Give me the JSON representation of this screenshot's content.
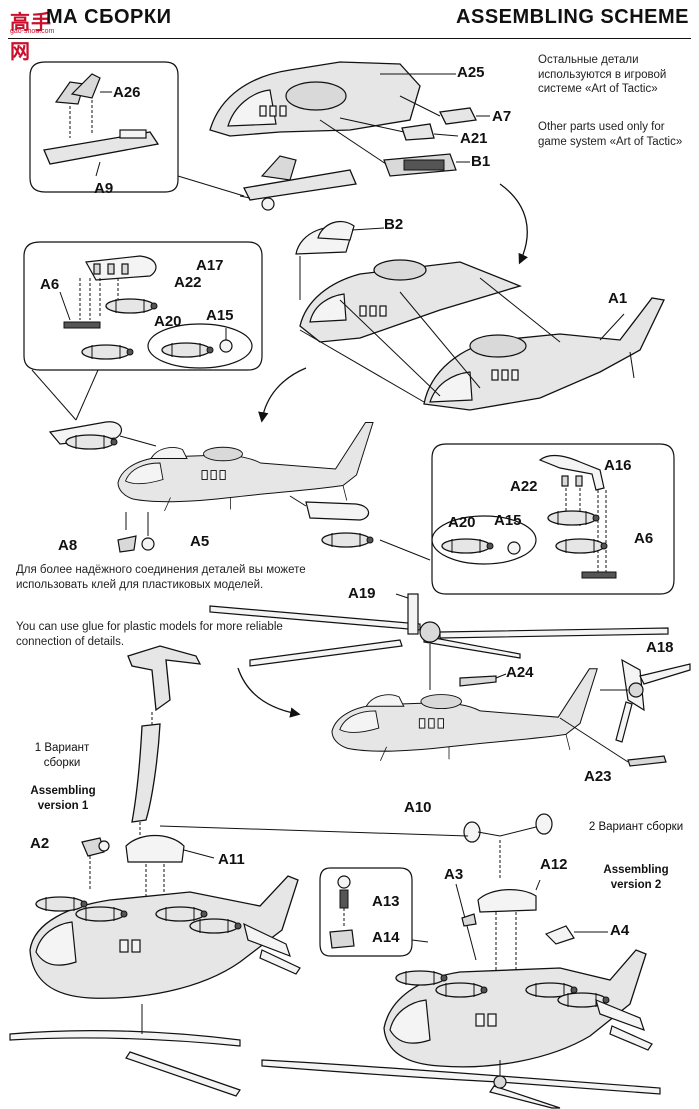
{
  "header": {
    "title_ru": "МА СБОРКИ",
    "title_en": "ASSEMBLING SCHEME"
  },
  "logo": {
    "text": "高手网",
    "sub": "gao-shou.com"
  },
  "notes": {
    "other_parts_ru": "Остальные детали используются в игровой системе «Art of Tactic»",
    "other_parts_en": "Other parts used only for game system «Art of Tactic»",
    "glue_ru": "Для более надёжного соединения деталей вы можете использовать клей для пластиковых моделей.",
    "glue_en": "You can use glue for plastic models for more reliable connection of details."
  },
  "versions": {
    "v1_ru": "1 Вариант сборки",
    "v1_en": "Assembling version 1",
    "v2_ru": "2 Вариант сборки",
    "v2_en": "Assembling version 2"
  },
  "labels": {
    "A25": "A25",
    "A7": "A7",
    "A21": "A21",
    "B1": "B1",
    "A26": "A26",
    "A9": "A9",
    "B2": "B2",
    "A1": "A1",
    "A17": "A17",
    "A6a": "A6",
    "A22a": "A22",
    "A20a": "A20",
    "A15a": "A15",
    "A16": "A16",
    "A22b": "A22",
    "A20b": "A20",
    "A15b": "A15",
    "A6b": "A6",
    "A8": "A8",
    "A5": "A5",
    "A19": "A19",
    "A24": "A24",
    "A18": "A18",
    "A23": "A23",
    "A2": "A2",
    "A11": "A11",
    "A10": "A10",
    "A3": "A3",
    "A12": "A12",
    "A13": "A13",
    "A14": "A14",
    "A4": "A4"
  }
}
